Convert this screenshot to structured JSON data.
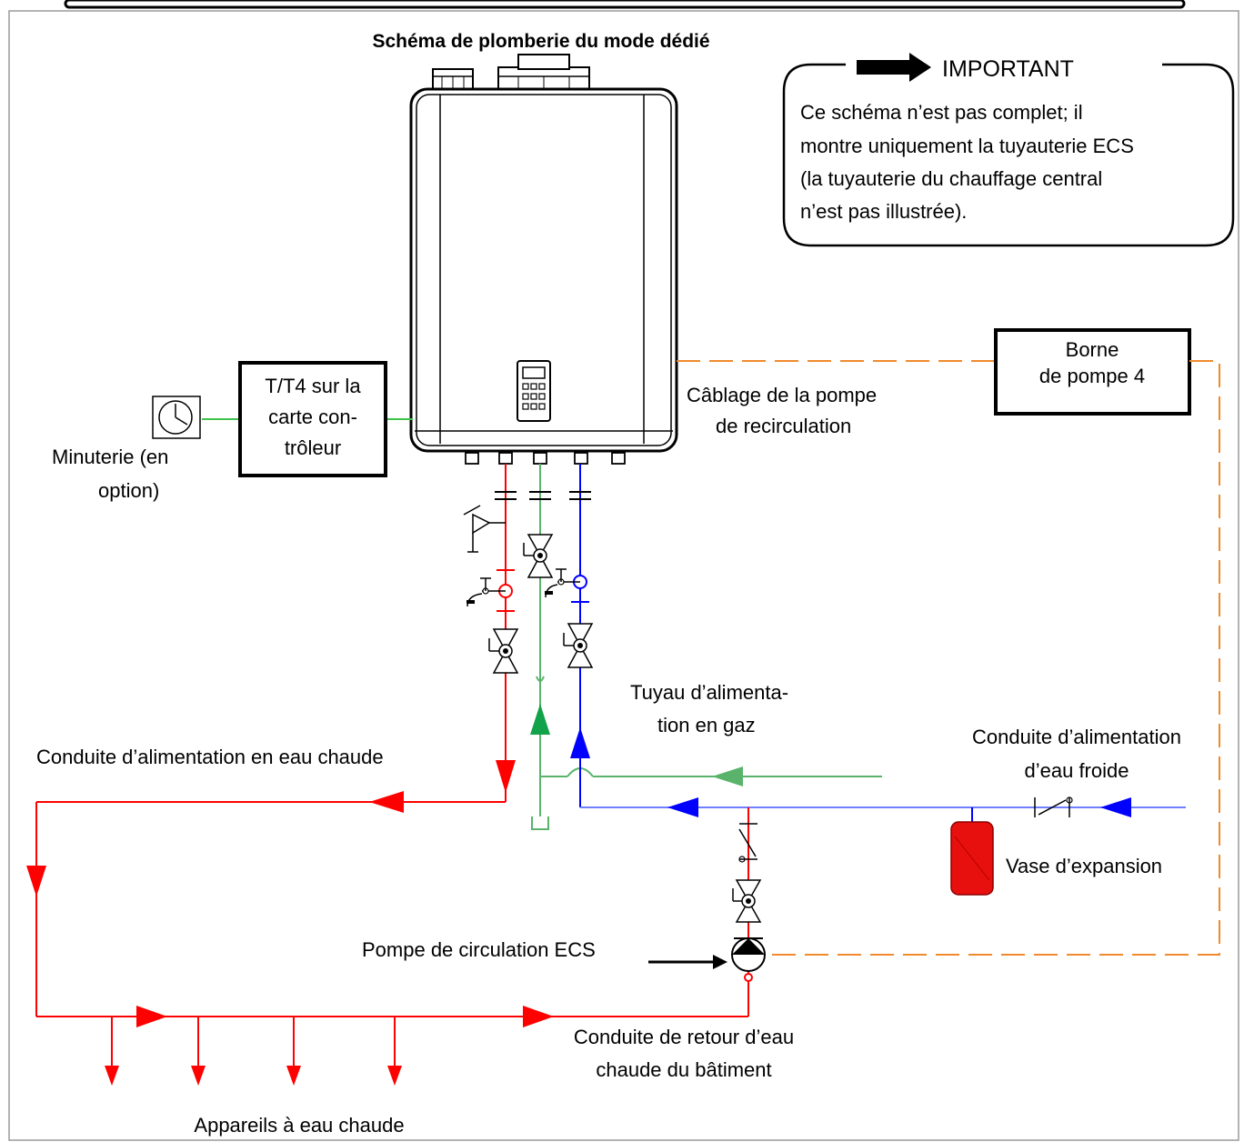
{
  "title": "Schéma de plomberie du mode dédié",
  "important": {
    "heading": "IMPORTANT",
    "lines": [
      "Ce schéma n’est pas complet; il",
      "montre uniquement la tuyauterie ECS",
      "(la tuyauterie du chauffage central",
      "n’est pas illustrée)."
    ]
  },
  "labels": {
    "timer": [
      "Minuterie (en",
      "option)"
    ],
    "controller": [
      "T/T4 sur la",
      "carte con-",
      "trôleur"
    ],
    "pump_terminal": [
      "Borne",
      "de pompe 4"
    ],
    "recirc_wiring": [
      "Câblage de la pompe",
      "de recirculation"
    ],
    "gas_pipe": [
      "Tuyau d’alimenta-",
      "tion en gaz"
    ],
    "hot_supply": "Conduite d’alimentation en eau chaude",
    "cold_supply": [
      "Conduite d’alimentation",
      "d’eau froide"
    ],
    "expansion_tank": "Vase d’expansion",
    "dhw_pump": "Pompe de circulation ECS",
    "return_line": [
      "Conduite de retour d’eau",
      "chaude du bâtiment"
    ],
    "fixtures": "Appareils à eau chaude"
  },
  "colors": {
    "hot": "#ff0000",
    "cold": "#0000ff",
    "gas": "#59b36b",
    "wiring": "#f08a2c",
    "tank": "#e8100e"
  }
}
